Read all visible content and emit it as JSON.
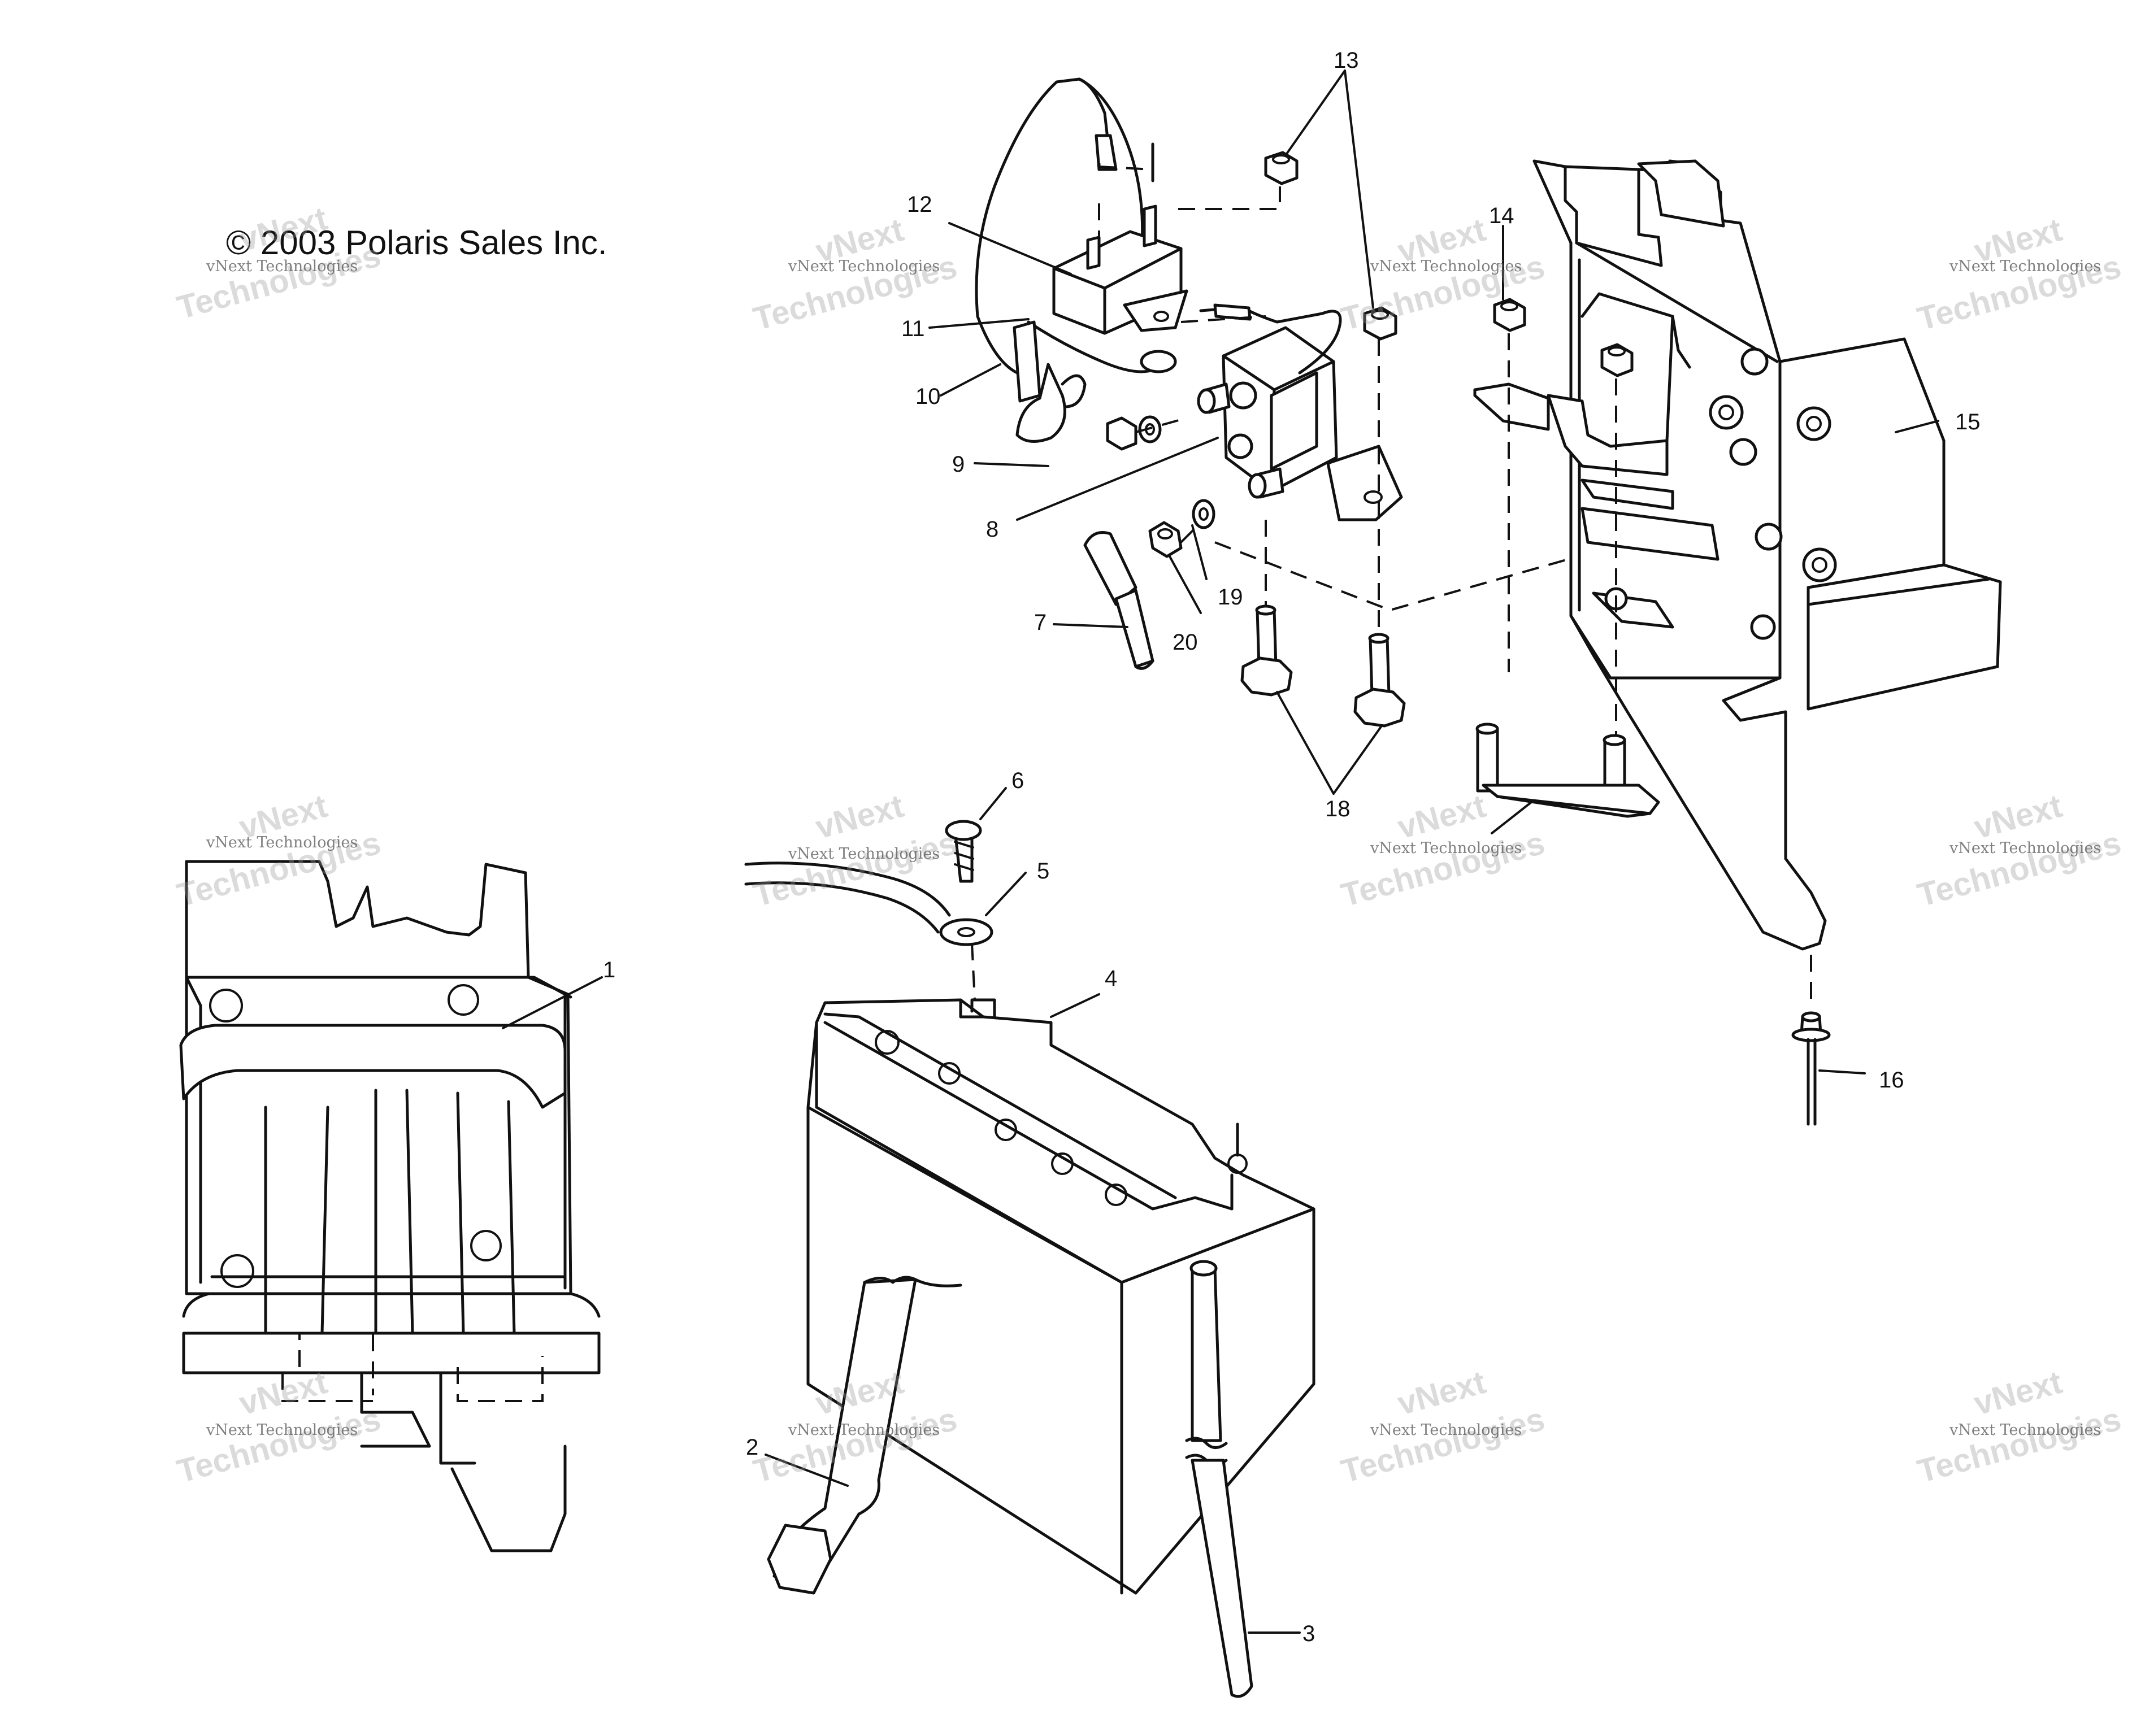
{
  "copyright": "© 2003 Polaris Sales Inc.",
  "watermark": {
    "line": "vNext Technologies",
    "word1": "vNext",
    "word2": "Technologies"
  },
  "callouts": [
    "1",
    "2",
    "3",
    "4",
    "5",
    "6",
    "7",
    "8",
    "9",
    "10",
    "11",
    "12",
    "13",
    "14",
    "15",
    "16",
    "18",
    "19",
    "20"
  ]
}
